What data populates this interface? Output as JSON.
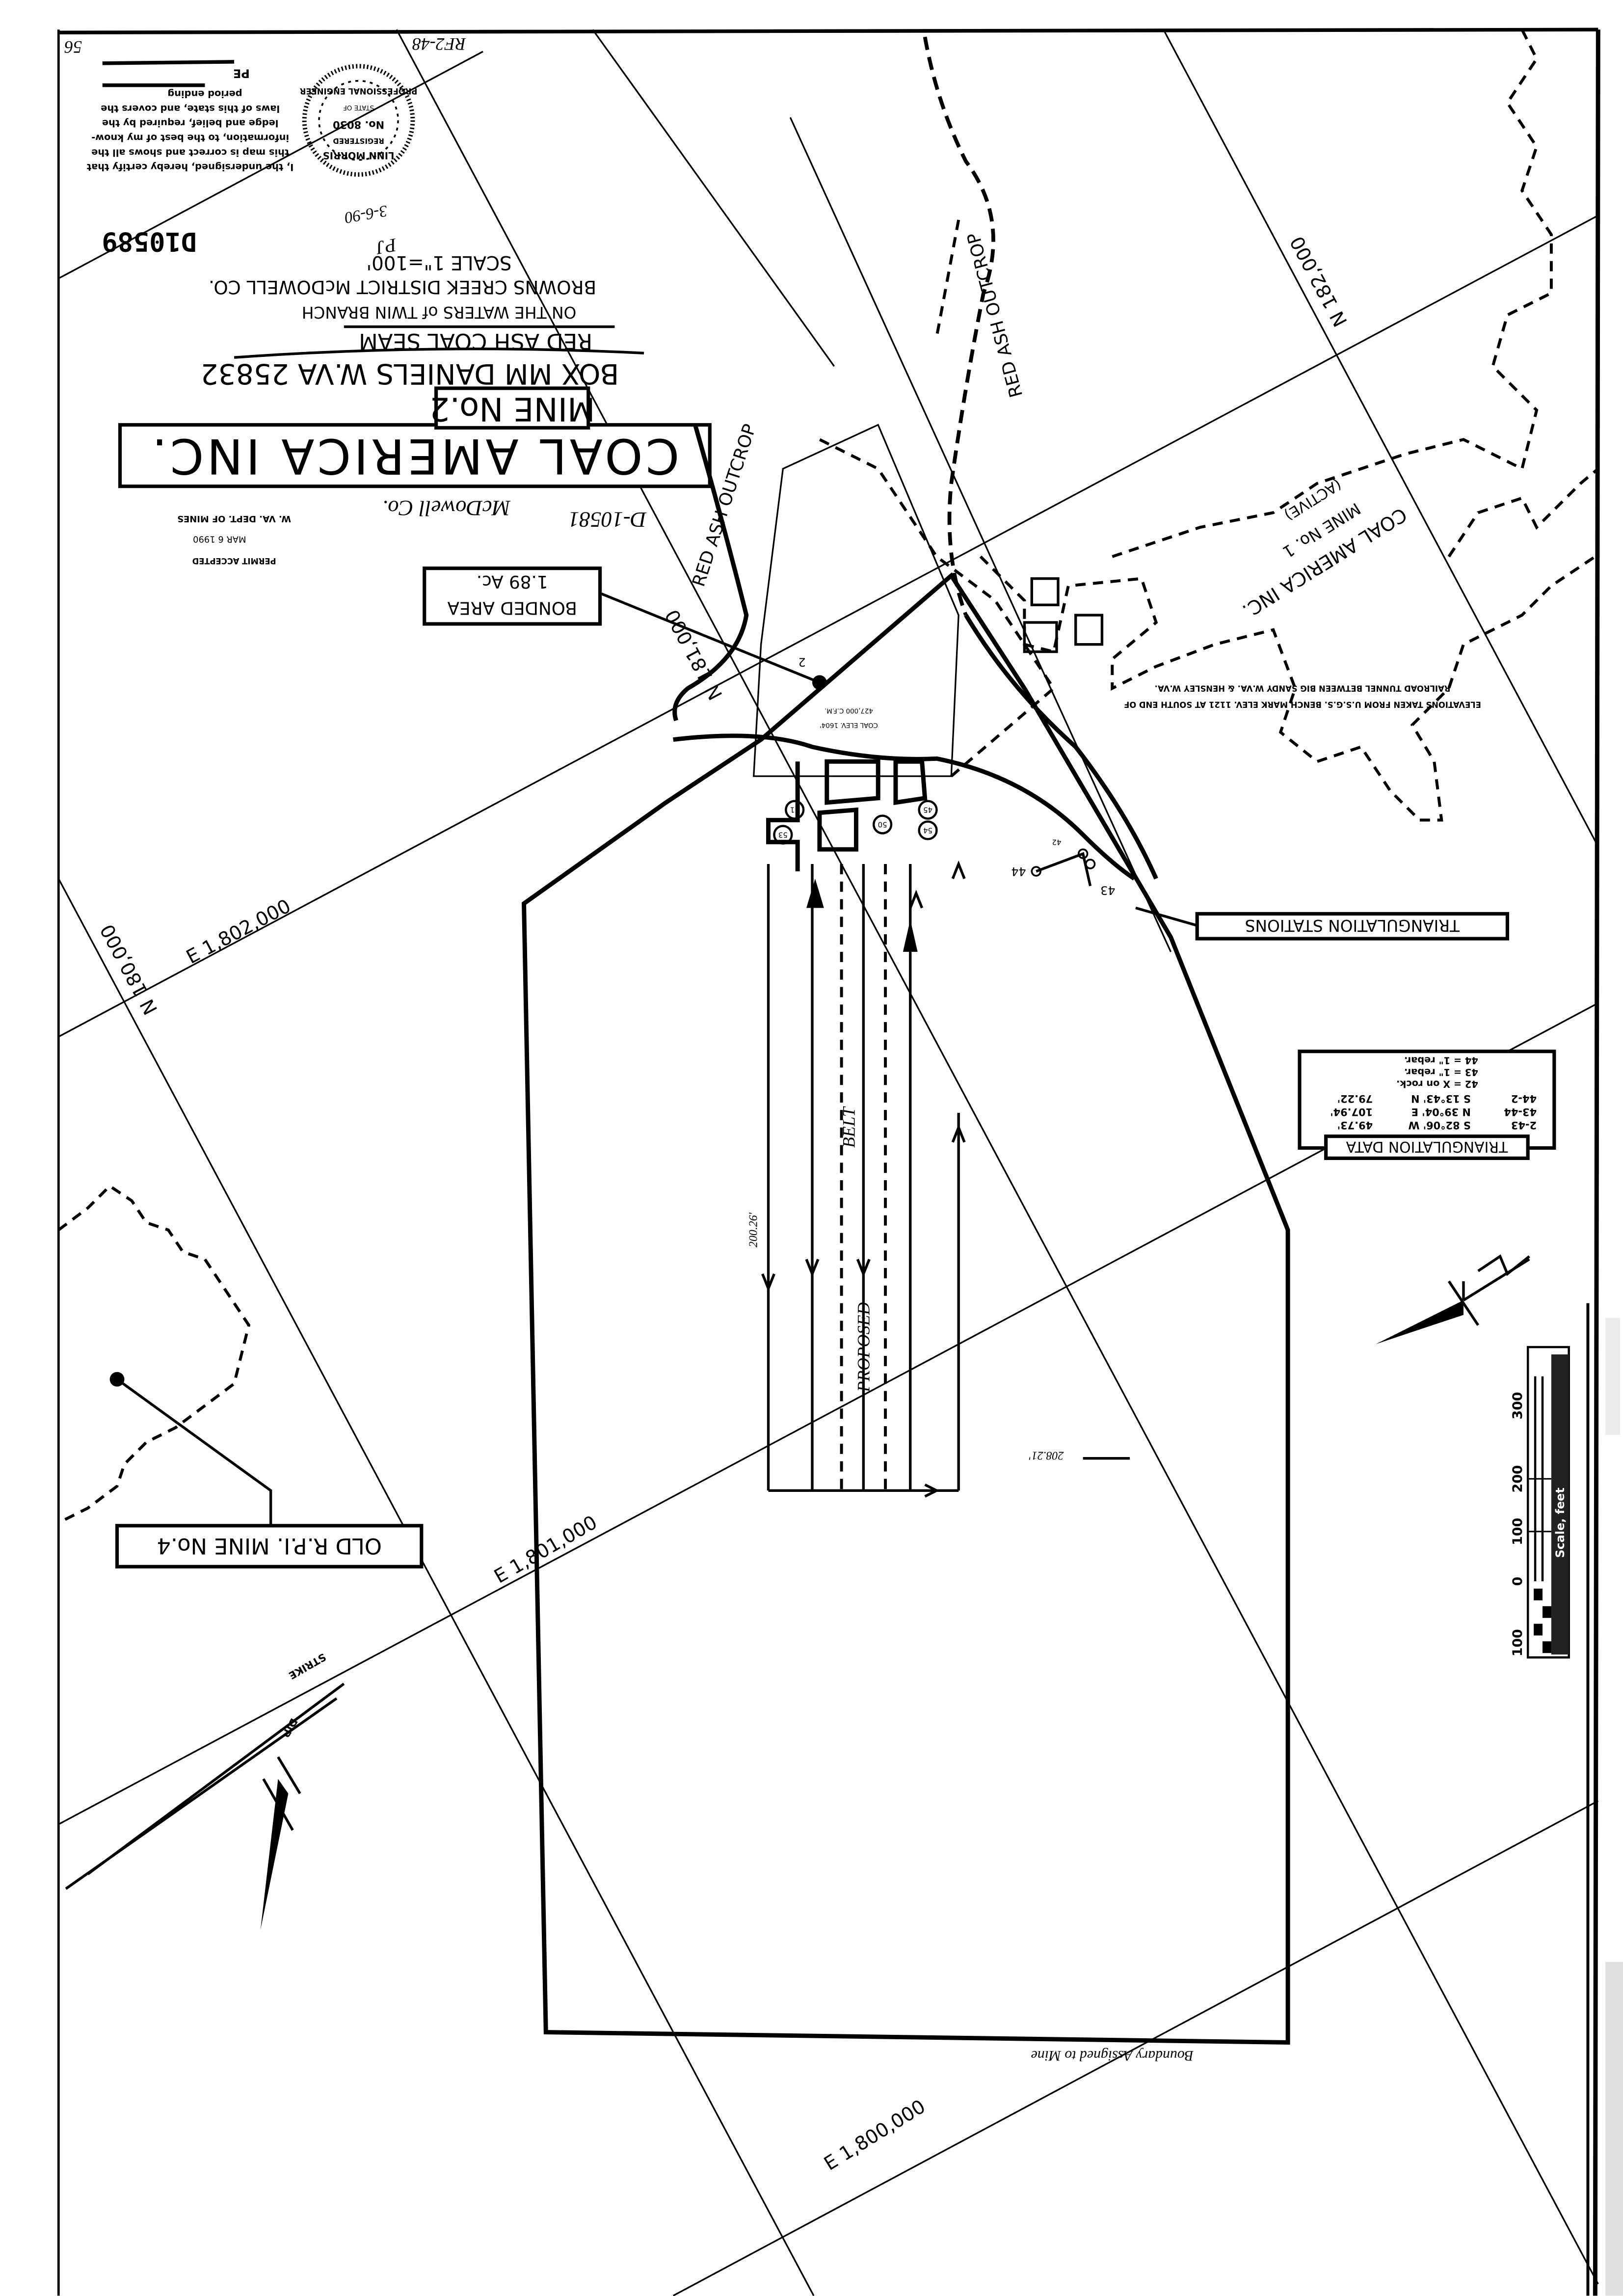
{
  "sheet": {
    "sheet_number": "56",
    "file_ref": "RF2-48",
    "map_number": "D10589",
    "handwritten_date": "3-6-90",
    "handwritten_initials": "PJ",
    "handwritten_ref": "D-10581",
    "handwritten_county": "McDowell Co."
  },
  "title_block": {
    "company": "COAL AMERICA INC.",
    "mine": "MINE No.2",
    "address": "BOX MM   DANIELS W.VA 25832",
    "seam": "RED ASH COAL SEAM",
    "waters": "ON THE WATERS of TWIN BRANCH",
    "district": "BROWNS CREEK DISTRICT    McDOWELL CO.",
    "scale": "SCALE 1\"=100'"
  },
  "certification": {
    "lines": [
      "I, the undersigned, hereby certify that",
      "this map is correct and shows all the",
      "information, to the best of my know-",
      "ledge and belief, required by the",
      "laws of this state, and covers the",
      "period ending"
    ],
    "signature_suffix": "PE"
  },
  "seal": {
    "name": "LINN MORRIS",
    "registered": "REGISTERED",
    "title": "PROFESSIONAL ENGINEER",
    "number": "No. 8030",
    "state": "STATE OF"
  },
  "permit_stamp": {
    "line1": "PERMIT ACCEPTED",
    "line2": "MAR 6 1990",
    "line3": "W. VA. DEPT. OF MINES"
  },
  "labels": {
    "bonded_area": "BONDED AREA",
    "bonded_acres": "1.89 Ac.",
    "old_mine": "OLD R.P.I. MINE No.4",
    "mine_no1_l1": "COAL AMERICA INC.",
    "mine_no1_l2": "MINE No. 1",
    "mine_no1_l3": "(ACTIVE)",
    "outcrop_right": "RED ASH OUTCROP",
    "outcrop_left": "RED ASH OUTCROP",
    "triangulation_stations": "TRIANGULATION STATIONS",
    "elevation_note_l1": "ELEVATIONS TAKEN FROM U.S.G.S. BENCH MARK ELEV. 1121 AT SOUTH END OF",
    "elevation_note_l2": "RAILROAD TUNNEL BETWEEN BIG SANDY W.VA. & HENSLEY W.VA.",
    "coal_elev": "COAL ELEV. 1604'",
    "airflow": "427,000 C.F.M.",
    "belt": "BELT",
    "proposed": "PROPOSED",
    "boundary_note": "Boundary Assigned to Mine",
    "dist_left": "200.26'",
    "dist_bottom": "208.21'",
    "dip": "DIP",
    "strike": "STRIKE",
    "station_2": "2",
    "station_42": "42",
    "station_43": "43",
    "station_44": "44",
    "station_45": "45",
    "station_50": "50",
    "station_51": "51",
    "station_53": "53",
    "station_54": "54"
  },
  "grid": {
    "e_1802000": "E 1,802,000",
    "e_1801000": "E 1,801,000",
    "e_1800000": "E 1,800,000",
    "n_left": "N 180,000",
    "n_mid": "N 181,000",
    "n_right": "N 182,000"
  },
  "triangulation_data": {
    "title": "TRIANGULATION DATA",
    "rows": [
      {
        "line": "2-43",
        "bearing": "S 82°06' W",
        "distance": "49.73'"
      },
      {
        "line": "43-44",
        "bearing": "N 39°04' E",
        "distance": "107.94'"
      },
      {
        "line": "44-2",
        "bearing": "S 13°43' N",
        "distance": "79.22'"
      }
    ],
    "notes": [
      "42 = X on rock.",
      "43 = 1\" rebar.",
      "44 = 1\" rebar."
    ]
  },
  "scale_bar": {
    "title": "Scale, feet",
    "ticks": [
      "100",
      "0",
      "100",
      "200",
      "300"
    ]
  },
  "colors": {
    "ink": "#000000",
    "paper": "#ffffff"
  }
}
